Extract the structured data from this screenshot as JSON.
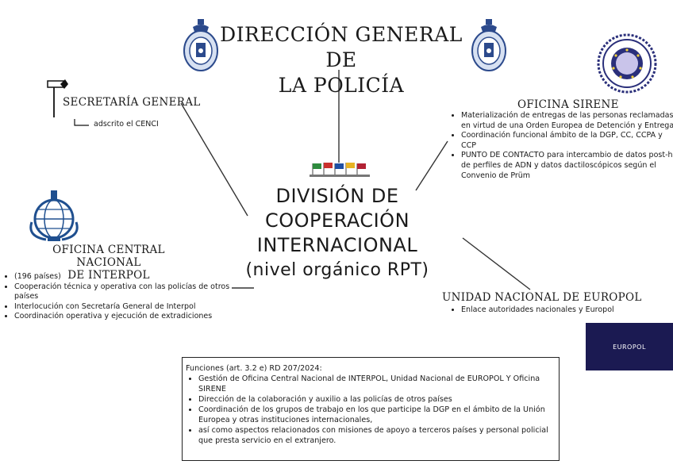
{
  "header": {
    "line1": "DIRECCIÓN GENERAL DE",
    "line2": "LA POLICÍA"
  },
  "center": {
    "line1": "DIVISIÓN DE",
    "line2": "COOPERACIÓN",
    "line3": "INTERNACIONAL",
    "line4": "(nivel orgánico RPT)"
  },
  "secretaria": {
    "title": "SECRETARÍA GENERAL",
    "note": "adscrito el CENCI"
  },
  "sirene": {
    "title": "OFICINA SIRENE",
    "items": [
      "Materialización de entregas de las personas reclamadas en virtud de una Orden Europea de Detención y Entrega",
      "Coordinación funcional ámbito de la DGP, CC, CCPA y CCP",
      "PUNTO DE CONTACTO para intercambio de datos post-hit de perfiles de ADN y datos dactiloscópicos según el Convenio de Prüm"
    ]
  },
  "interpol": {
    "title_line1": "OFICINA CENTRAL NACIONAL",
    "title_line2": "DE INTERPOL",
    "items": [
      "(196 países)",
      "Cooperación técnica y operativa con las policías de otros países",
      "Interlocución con Secretaría General de Interpol",
      "Coordinación operativa y ejecución de extradiciones"
    ]
  },
  "europol": {
    "title": "UNIDAD NACIONAL DE EUROPOL",
    "items": [
      "Enlace autoridades nacionales y Europol"
    ],
    "logo_text": "EUROPOL"
  },
  "functions": {
    "intro": "Funciones (art. 3.2 e) RD 207/2024:",
    "items": [
      "Gestión de Oficina Central Nacional de INTERPOL, Unidad Nacional de EUROPOL Y Oficina SIRENE",
      "Dirección de la colaboración y auxilio a las policías de otros países",
      "Coordinación de los grupos de trabajo en los que participe la DGP en el ámbito de la Unión Europea y otras instituciones internacionales,",
      "así como aspectos relacionados con misiones de apoyo a terceros países y personal policial que presta servicio en el extranjero."
    ]
  },
  "icons": [
    "police-badge-icon",
    "police-badge-icon",
    "eu-seal-icon",
    "flags-icon",
    "secretary-figure-icon",
    "interpol-emblem-icon",
    "europol-logo-icon"
  ],
  "colors": {
    "europol_bg": "#1b1a52",
    "eu_seal": "#2a2f7a",
    "badge": "#2c4a8c"
  }
}
